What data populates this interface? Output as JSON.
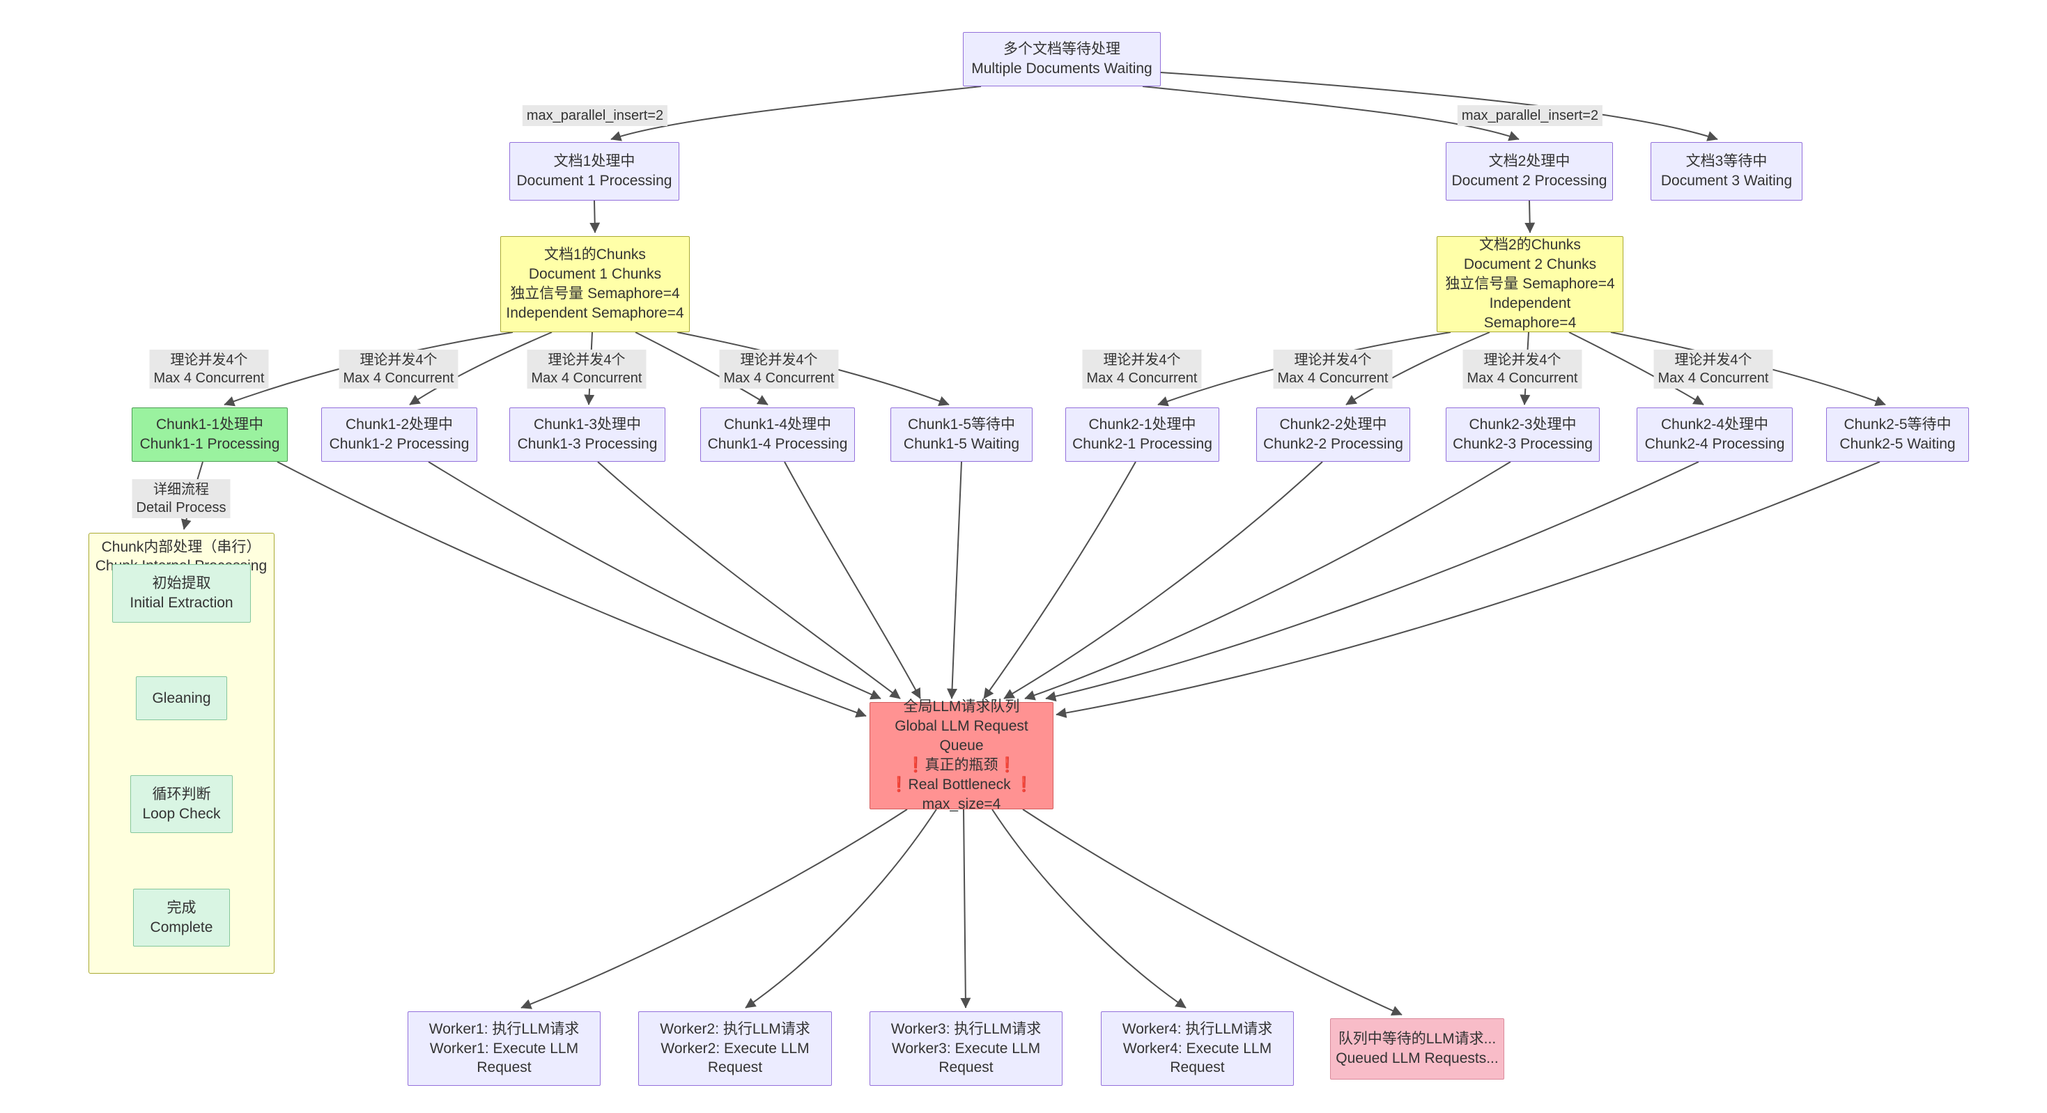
{
  "diagram": {
    "nodes": {
      "multi_doc": "多个文档等待处理\nMultiple Documents Waiting",
      "doc1": "文档1处理中\nDocument 1 Processing",
      "doc2": "文档2处理中\nDocument 2 Processing",
      "doc3": "文档3等待中\nDocument 3 Waiting",
      "chunks1": "文档1的Chunks\nDocument 1 Chunks\n独立信号量 Semaphore=4\nIndependent Semaphore=4",
      "chunks2": "文档2的Chunks\nDocument 2 Chunks\n独立信号量 Semaphore=4\nIndependent Semaphore=4",
      "c11": "Chunk1-1处理中\nChunk1-1 Processing",
      "c12": "Chunk1-2处理中\nChunk1-2 Processing",
      "c13": "Chunk1-3处理中\nChunk1-3 Processing",
      "c14": "Chunk1-4处理中\nChunk1-4 Processing",
      "c15": "Chunk1-5等待中\nChunk1-5 Waiting",
      "c21": "Chunk2-1处理中\nChunk2-1 Processing",
      "c22": "Chunk2-2处理中\nChunk2-2 Processing",
      "c23": "Chunk2-3处理中\nChunk2-3 Processing",
      "c24": "Chunk2-4处理中\nChunk2-4 Processing",
      "c25": "Chunk2-5等待中\nChunk2-5 Waiting",
      "subgraph_title": "Chunk内部处理（串行）\nChunk Internal Processing",
      "initial_extraction": "初始提取\nInitial Extraction",
      "gleaning": "Gleaning",
      "loop_check": "循环判断\nLoop Check",
      "complete": "完成\nComplete",
      "queue": "全局LLM请求队列\nGlobal LLM Request Queue\n❗真正的瓶颈❗\n❗Real Bottleneck ❗\nmax_size=4",
      "worker1": "Worker1: 执行LLM请求\nWorker1: Execute LLM\nRequest",
      "worker2": "Worker2: 执行LLM请求\nWorker2: Execute LLM\nRequest",
      "worker3": "Worker3: 执行LLM请求\nWorker3: Execute LLM\nRequest",
      "worker4": "Worker4: 执行LLM请求\nWorker4: Execute LLM\nRequest",
      "queued": "队列中等待的LLM请求...\nQueued LLM Requests..."
    },
    "edge_labels": {
      "max_parallel_left": "max_parallel_insert=2",
      "max_parallel_right": "max_parallel_insert=2",
      "max4": "理论并发4个\nMax 4 Concurrent",
      "detail": "详细流程\nDetail Process"
    },
    "colors": {
      "node_fill": "#ECECFF",
      "node_border": "#9370DB",
      "yellow_fill": "#ffffa8",
      "subgraph_fill": "#ffffde",
      "green_fill": "#9af29f",
      "mint_fill": "#d9f5e3",
      "red_fill": "#ff9292",
      "pink_fill": "#f8bcc8",
      "edge": "#4f4f4f",
      "edge_label_bg": "#e8e8e8"
    }
  }
}
